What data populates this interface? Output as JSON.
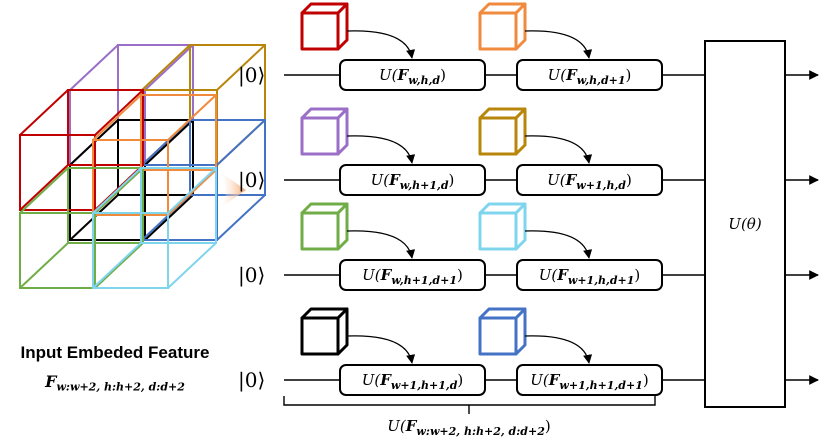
{
  "input": {
    "title": "Input Embeded Feature",
    "feature_symbol": "F",
    "feature_subscript": "w:w+2, h:h+2, d:d+2"
  },
  "colors": {
    "red": "#c00000",
    "orange": "#f08a3c",
    "purple": "#9b6fc8",
    "gold": "#b8860b",
    "green": "#70ad47",
    "cyan": "#7fd4ee",
    "black": "#000000",
    "blue": "#4472c4",
    "arrow_gradient": "#f4a46a"
  },
  "qubits": [
    {
      "ket": "|0⟩",
      "gates": [
        {
          "label": "U(",
          "sym": "F",
          "sub": "w,h,d",
          "close": ")",
          "cube_color": "red",
          "cube_icon": "cube-icon"
        },
        {
          "label": "U(",
          "sym": "F",
          "sub": "w,h,d+1",
          "close": ")",
          "cube_color": "orange",
          "cube_icon": "cube-icon"
        }
      ]
    },
    {
      "ket": "|0⟩",
      "gates": [
        {
          "label": "U(",
          "sym": "F",
          "sub": "w,h+1,d",
          "close": ")",
          "cube_color": "purple",
          "cube_icon": "cube-icon"
        },
        {
          "label": "U(",
          "sym": "F",
          "sub": "w+1,h,d",
          "close": ")",
          "cube_color": "gold",
          "cube_icon": "cube-icon"
        }
      ]
    },
    {
      "ket": "|0⟩",
      "gates": [
        {
          "label": "U(",
          "sym": "F",
          "sub": "w,h+1,d+1",
          "close": ")",
          "cube_color": "green",
          "cube_icon": "cube-icon"
        },
        {
          "label": "U(",
          "sym": "F",
          "sub": "w+1,h,d+1",
          "close": ")",
          "cube_color": "cyan",
          "cube_icon": "cube-icon"
        }
      ]
    },
    {
      "ket": "|0⟩",
      "gates": [
        {
          "label": "U(",
          "sym": "F",
          "sub": "w+1,h+1,d",
          "close": ")",
          "cube_color": "black",
          "cube_icon": "cube-icon"
        },
        {
          "label": "U(",
          "sym": "F",
          "sub": "w+1,h+1,d+1",
          "close": ")",
          "cube_color": "blue",
          "cube_icon": "cube-icon"
        }
      ]
    }
  ],
  "variational_gate": {
    "label": "U(θ)"
  },
  "brace_label": {
    "prefix": "U(",
    "sym": "F",
    "sub": "w:w+2, h:h+2, d:d+2",
    "close": ")"
  }
}
